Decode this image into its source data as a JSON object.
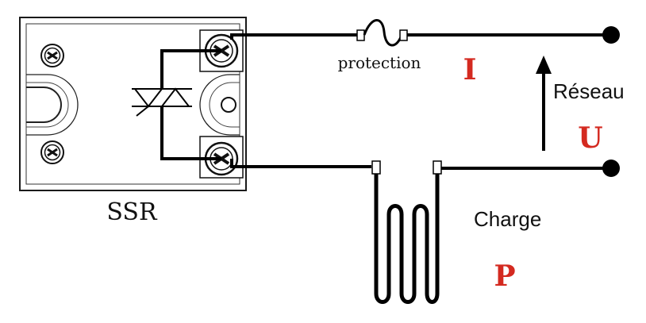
{
  "diagram": {
    "ssr_label": "SSR",
    "fuse_label": "protection",
    "current_symbol": "I",
    "voltage_symbol": "U",
    "power_symbol": "P",
    "network_label": "Réseau",
    "load_label": "Charge",
    "colors": {
      "symbol_red": "#d42a20",
      "line": "#000000",
      "body_outline": "#222222"
    }
  }
}
